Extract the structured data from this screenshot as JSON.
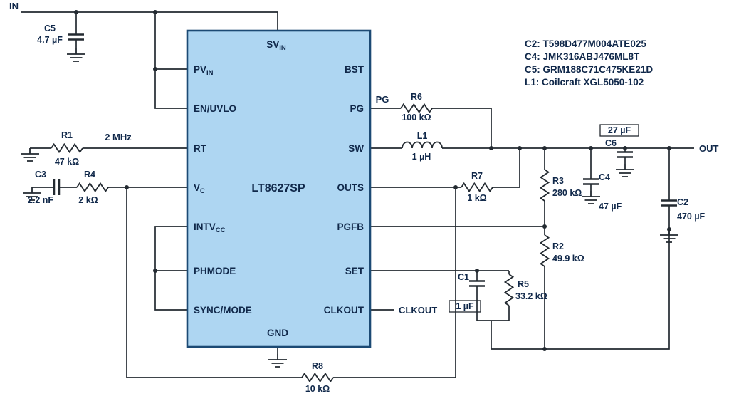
{
  "ic": {
    "name": "LT8627SP",
    "pin_top": {
      "main": "SV",
      "sub": "IN"
    },
    "pin_bottom": "GND",
    "pins_left": [
      {
        "main": "PV",
        "sub": "IN"
      },
      {
        "main": "EN/UVLO",
        "sub": ""
      },
      {
        "main": "RT",
        "sub": ""
      },
      {
        "main": "V",
        "sub": "C"
      },
      {
        "main": "INTV",
        "sub": "CC"
      },
      {
        "main": "PHMODE",
        "sub": ""
      },
      {
        "main": "SYNC/MODE",
        "sub": ""
      }
    ],
    "pins_right": [
      "BST",
      "PG",
      "SW",
      "OUTS",
      "PGFB",
      "SET",
      "CLKOUT"
    ]
  },
  "nets": {
    "in": "IN",
    "out": "OUT",
    "pg": "PG",
    "clkout": "CLKOUT",
    "frequency": "2 MHz"
  },
  "components": {
    "R1": {
      "ref": "R1",
      "value": "47 kΩ"
    },
    "R2": {
      "ref": "R2",
      "value": "49.9 kΩ"
    },
    "R3": {
      "ref": "R3",
      "value": "280 kΩ"
    },
    "R4": {
      "ref": "R4",
      "value": "2 kΩ"
    },
    "R5": {
      "ref": "R5",
      "value": "33.2 kΩ"
    },
    "R6": {
      "ref": "R6",
      "value": "100 kΩ"
    },
    "R7": {
      "ref": "R7",
      "value": "1 kΩ"
    },
    "R8": {
      "ref": "R8",
      "value": "10 kΩ"
    },
    "C1": {
      "ref": "C1",
      "value": "1 µF"
    },
    "C2": {
      "ref": "C2",
      "value": "470 µF"
    },
    "C3": {
      "ref": "C3",
      "value": "2.2 nF"
    },
    "C4": {
      "ref": "C4",
      "value": "47 µF"
    },
    "C5": {
      "ref": "C5",
      "value": "4.7 µF"
    },
    "C6": {
      "ref": "C6",
      "value": "27 µF"
    },
    "L1": {
      "ref": "L1",
      "value": "1 µH"
    }
  },
  "notes": [
    "C2: T598D477M004ATE025",
    "C4: JMK316ABJ476ML8T",
    "C5: GRM188C71C475KE21D",
    "L1: Coilcraft XGL5050-102"
  ],
  "colors": {
    "line": "#232a31",
    "text": "#10284a",
    "ic_fill": "#aed6f2",
    "ic_border": "#1c4a74"
  }
}
